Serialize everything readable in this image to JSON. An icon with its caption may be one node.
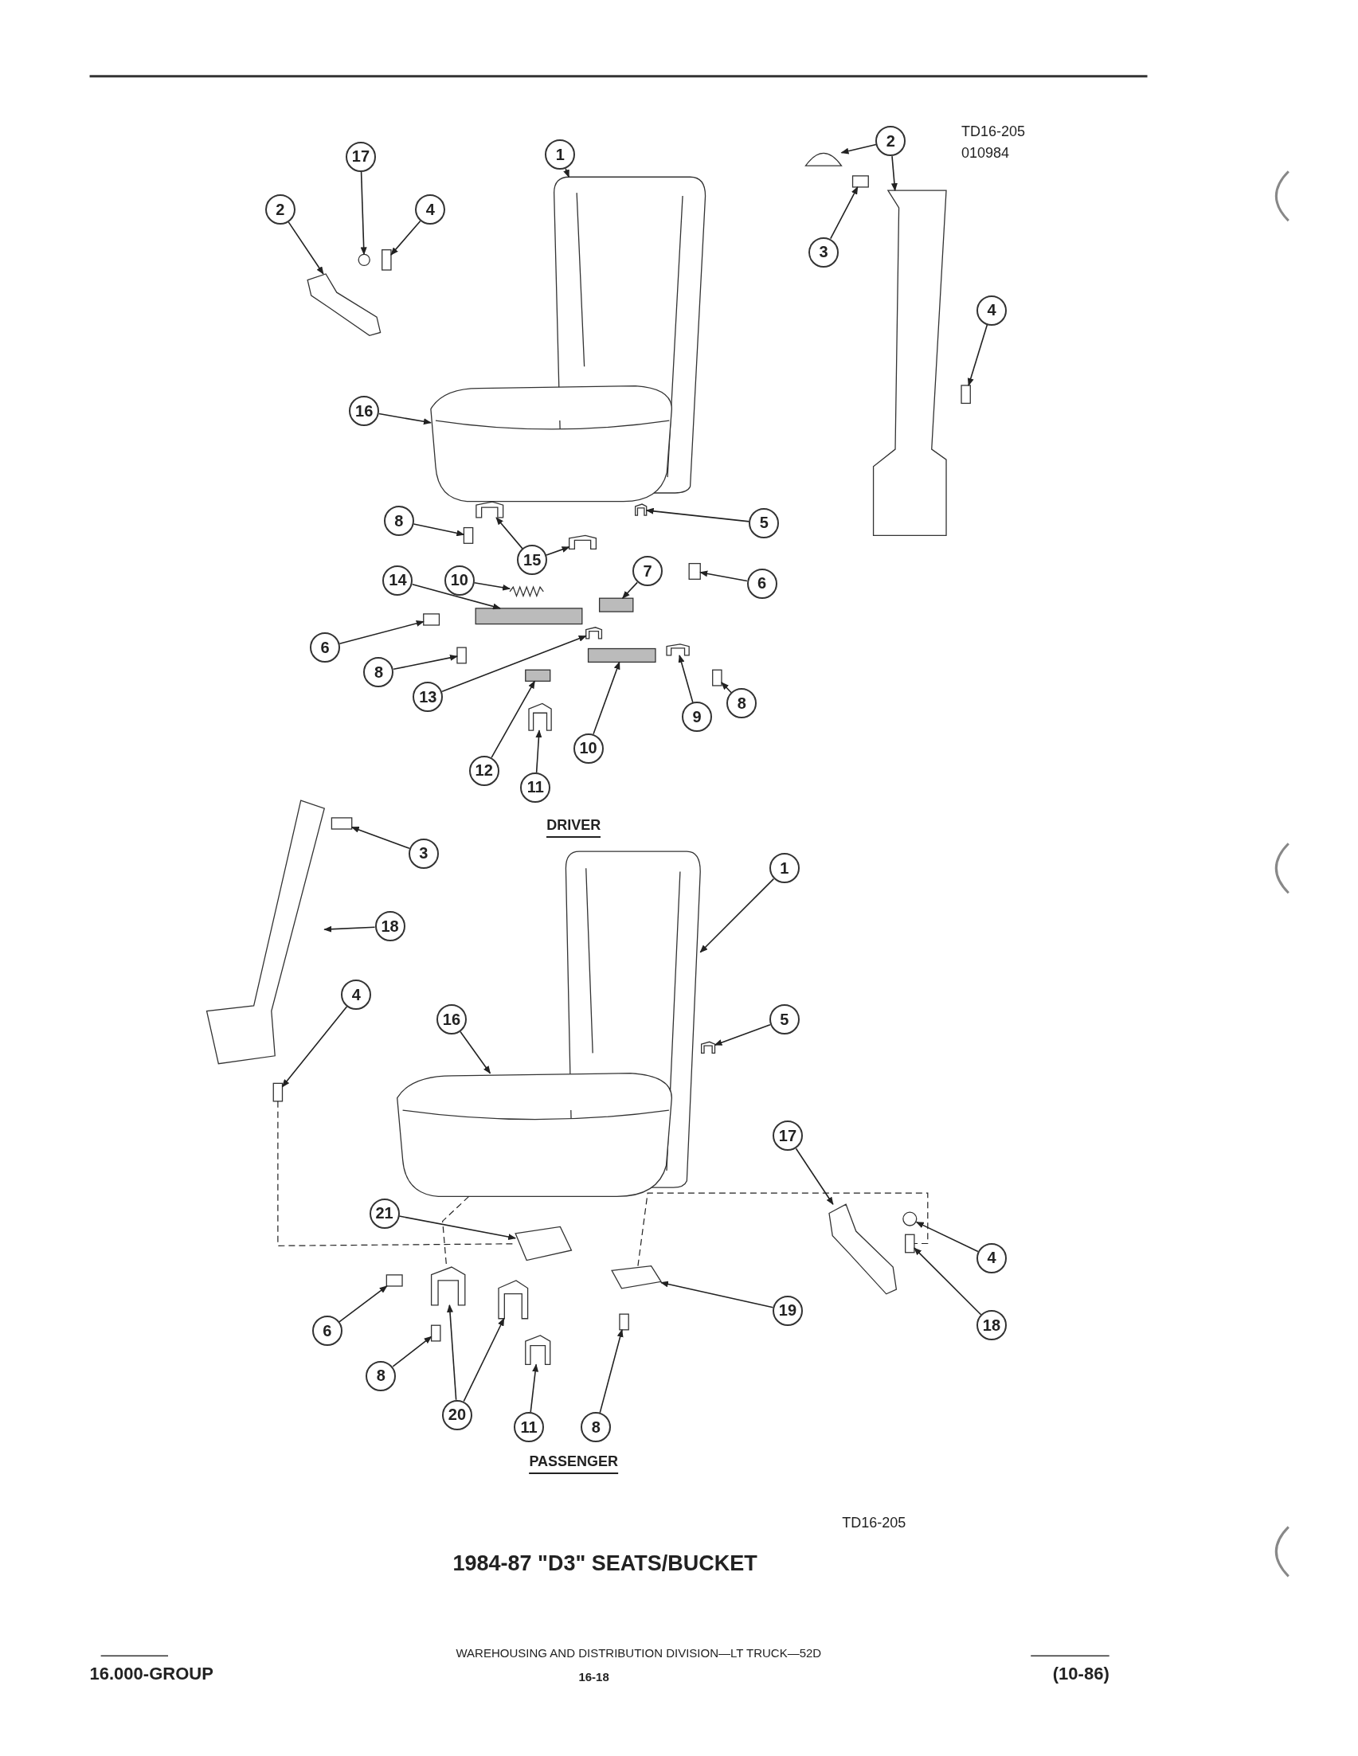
{
  "diagram": {
    "title": "1984-87 \"D3\" SEATS/BUCKET",
    "nodes": [
      {
        "text": [
          "17"
        ]
      },
      {
        "text": [
          "2"
        ]
      },
      {
        "text": [
          "4"
        ]
      },
      {
        "text": [
          "1"
        ]
      },
      {
        "text": [
          "16"
        ]
      },
      {
        "text": [
          "2"
        ]
      },
      {
        "text": [
          "3"
        ]
      },
      {
        "text": [
          "4"
        ]
      },
      {
        "text": [
          "5"
        ]
      },
      {
        "text": [
          "8"
        ]
      },
      {
        "text": [
          "15"
        ]
      },
      {
        "text": [
          "14"
        ]
      },
      {
        "text": [
          "10"
        ]
      },
      {
        "text": [
          "7"
        ]
      },
      {
        "text": [
          "6"
        ]
      },
      {
        "text": [
          "6"
        ]
      },
      {
        "text": [
          "8"
        ]
      },
      {
        "text": [
          "13"
        ]
      },
      {
        "text": [
          "12"
        ]
      },
      {
        "text": [
          "11"
        ]
      },
      {
        "text": [
          "10"
        ]
      },
      {
        "text": [
          "9"
        ]
      },
      {
        "text": [
          "8"
        ]
      },
      {
        "text": [
          "3"
        ]
      },
      {
        "text": [
          "18"
        ]
      },
      {
        "text": [
          "1"
        ]
      },
      {
        "text": [
          "4"
        ]
      },
      {
        "text": [
          "16"
        ]
      },
      {
        "text": [
          "5"
        ]
      },
      {
        "text": [
          "17"
        ]
      },
      {
        "text": [
          "21"
        ]
      },
      {
        "text": [
          "4"
        ]
      },
      {
        "text": [
          "6"
        ]
      },
      {
        "text": [
          "19"
        ]
      },
      {
        "text": [
          "18"
        ]
      },
      {
        "text": [
          "8"
        ]
      },
      {
        "text": [
          "20"
        ]
      },
      {
        "text": [
          "11"
        ]
      },
      {
        "text": [
          "8"
        ]
      },
      {
        "text": [],
        "shape": "circle"
      },
      {
        "text": [],
        "shape": "picture"
      },
      {
        "text": [],
        "shape": "box"
      },
      {
        "text": [],
        "shape": "picture"
      },
      {
        "text": [],
        "shape": "picture"
      },
      {
        "text": [],
        "shape": "picture"
      },
      {
        "text": [],
        "shape": "picture"
      },
      {
        "text": [],
        "shape": "box"
      },
      {
        "text": [],
        "shape": "box"
      },
      {
        "text": [],
        "shape": "picture"
      },
      {
        "text": [],
        "shape": "box"
      },
      {
        "text": [],
        "shape": "picture"
      },
      {
        "text": [],
        "shape": "picture"
      },
      {
        "text": [],
        "shape": "bar"
      },
      {
        "text": [],
        "shape": "picture"
      },
      {
        "text": [],
        "shape": "bar"
      },
      {
        "text": [],
        "shape": "box"
      },
      {
        "text": [],
        "shape": "box"
      },
      {
        "text": [],
        "shape": "box"
      },
      {
        "text": [],
        "shape": "picture"
      },
      {
        "text": [],
        "shape": "bar"
      },
      {
        "text": [],
        "shape": "picture"
      },
      {
        "text": [],
        "shape": "bar"
      },
      {
        "text": [],
        "shape": "picture"
      },
      {
        "text": [],
        "shape": "box"
      },
      {
        "text": [],
        "shape": "box"
      },
      {
        "text": [],
        "shape": "picture"
      },
      {
        "text": [],
        "shape": "box"
      },
      {
        "text": [],
        "shape": "picture"
      },
      {
        "text": [],
        "shape": "picture"
      },
      {
        "text": [],
        "shape": "picture"
      },
      {
        "text": [],
        "shape": "picture"
      },
      {
        "text": [],
        "shape": "circle"
      },
      {
        "text": [],
        "shape": "box"
      },
      {
        "text": [],
        "shape": "picture"
      },
      {
        "text": [],
        "shape": "box"
      },
      {
        "text": [],
        "shape": "picture"
      },
      {
        "text": [],
        "shape": "box"
      },
      {
        "text": [],
        "shape": "picture"
      },
      {
        "text": [],
        "shape": "picture"
      },
      {
        "text": [],
        "shape": "picture"
      },
      {
        "text": [],
        "shape": "box"
      }
    ],
    "edges": [
      {
        "from": 0,
        "to": 39,
        "arrow": "to"
      },
      {
        "from": 1,
        "to": 40,
        "arrow": "to"
      },
      {
        "from": 2,
        "to": 41,
        "arrow": "to"
      },
      {
        "from": 3,
        "to": 42,
        "arrow": "to"
      },
      {
        "from": 4,
        "to": 43,
        "arrow": "to"
      },
      {
        "from": 5,
        "to": 44,
        "arrow": "to"
      },
      {
        "from": 5,
        "to": 45,
        "arrow": "to"
      },
      {
        "from": 6,
        "to": 46,
        "arrow": "to"
      },
      {
        "from": 7,
        "to": 47,
        "arrow": "to"
      },
      {
        "from": 8,
        "to": 48,
        "arrow": "to"
      },
      {
        "from": 9,
        "to": 49,
        "arrow": "to"
      },
      {
        "from": 10,
        "to": 50,
        "arrow": "to"
      },
      {
        "from": 10,
        "to": 51,
        "arrow": "to"
      },
      {
        "from": 11,
        "to": 52,
        "arrow": "to"
      },
      {
        "from": 12,
        "to": 53,
        "arrow": "to"
      },
      {
        "from": 13,
        "to": 54,
        "arrow": "to"
      },
      {
        "from": 14,
        "to": 55,
        "arrow": "to"
      },
      {
        "from": 15,
        "to": 56,
        "arrow": "to"
      },
      {
        "from": 16,
        "to": 57,
        "arrow": "to"
      },
      {
        "from": 17,
        "to": 58,
        "arrow": "to"
      },
      {
        "from": 18,
        "to": 59,
        "arrow": "to"
      },
      {
        "from": 19,
        "to": 60,
        "arrow": "to"
      },
      {
        "from": 20,
        "to": 61,
        "arrow": "to"
      },
      {
        "from": 21,
        "to": 62,
        "arrow": "to"
      },
      {
        "from": 22,
        "to": 63,
        "arrow": "to"
      },
      {
        "from": 23,
        "to": 64,
        "arrow": "to"
      },
      {
        "from": 24,
        "to": 65,
        "arrow": "to"
      },
      {
        "from": 25,
        "to": 67,
        "arrow": "to"
      },
      {
        "from": 26,
        "to": 66,
        "arrow": "to"
      },
      {
        "from": 27,
        "to": 68,
        "arrow": "to"
      },
      {
        "from": 28,
        "to": 69,
        "arrow": "to"
      },
      {
        "from": 29,
        "to": 70,
        "arrow": "to"
      },
      {
        "from": 30,
        "to": 73,
        "arrow": "to"
      },
      {
        "from": 31,
        "to": 71,
        "arrow": "to"
      },
      {
        "from": 32,
        "to": 74,
        "arrow": "to"
      },
      {
        "from": 33,
        "to": 75,
        "arrow": "to"
      },
      {
        "from": 34,
        "to": 72,
        "arrow": "to"
      },
      {
        "from": 35,
        "to": 76,
        "arrow": "to"
      },
      {
        "from": 36,
        "to": 77,
        "arrow": "to"
      },
      {
        "from": 36,
        "to": 78,
        "arrow": "to"
      },
      {
        "from": 37,
        "to": 79,
        "arrow": "to"
      },
      {
        "from": 38,
        "to": 80,
        "arrow": "to"
      },
      {
        "from": 66,
        "to": 73,
        "arrow": "none",
        "style": "dashed"
      },
      {
        "from": 68,
        "to": 77,
        "arrow": "none",
        "style": "dashed"
      },
      {
        "from": 75,
        "to": 72,
        "arrow": "none",
        "style": "dashed"
      }
    ],
    "labels": [
      "TD16-205",
      "010984",
      "DRIVER",
      "PASSENGER",
      "TD16-205",
      "WAREHOUSING AND DISTRIBUTION DIVISION—LT TRUCK—52D",
      "16.000-GROUP",
      "16-18",
      "(10-86)"
    ]
  }
}
